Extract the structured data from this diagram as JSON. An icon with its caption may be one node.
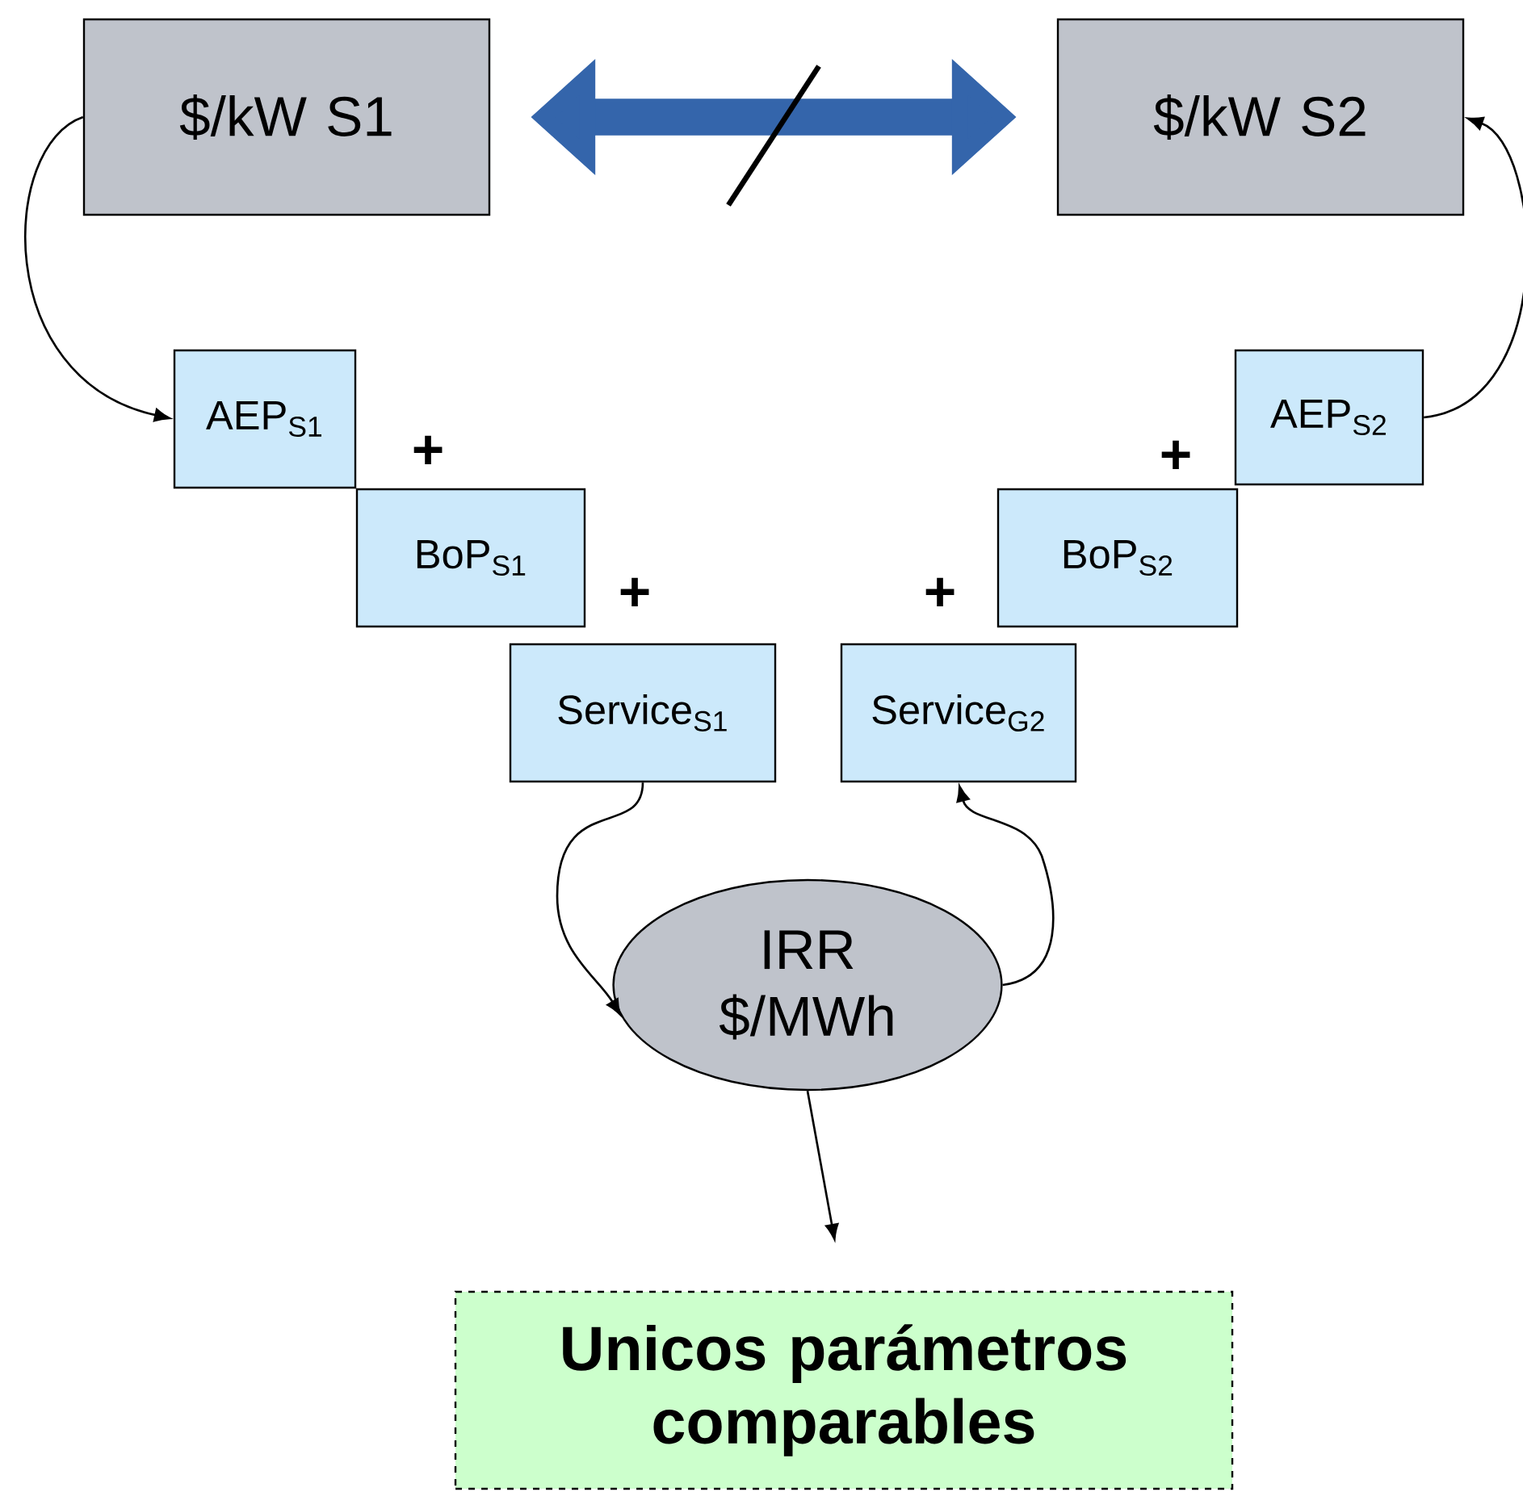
{
  "diagram": {
    "nodes": [
      {
        "text": [
          "$/kW S1"
        ]
      },
      {
        "text": [
          "$/kW S2"
        ]
      },
      {
        "text": [
          "AEP$_{S1}$"
        ]
      },
      {
        "text": [
          "BoP$_{S1}$"
        ]
      },
      {
        "text": [
          "Service$_{S1}$"
        ]
      },
      {
        "text": [
          "Service$_{G2}$"
        ]
      },
      {
        "text": [
          "BoP$_{S2}$"
        ]
      },
      {
        "text": [
          "AEP$_{S2}$"
        ]
      },
      {
        "text": [
          "IRR $/MWh"
        ]
      },
      {
        "text": [
          "Unicos parámetros comparables"
        ]
      }
    ],
    "edges": [
      {
        "from": 0,
        "to": 2,
        "arrow": "to"
      },
      {
        "from": 7,
        "to": 1,
        "arrow": "to"
      },
      {
        "from": 4,
        "to": 8,
        "arrow": "to"
      },
      {
        "from": 8,
        "to": 5,
        "arrow": "to"
      },
      {
        "from": 8,
        "to": 9,
        "arrow": "to"
      },
      {
        "from": 0,
        "to": 1,
        "arrow": "both",
        "style": "thick",
        "color": "#3465ab"
      }
    ],
    "labels": [
      "+",
      "+",
      "+",
      "+"
    ]
  }
}
